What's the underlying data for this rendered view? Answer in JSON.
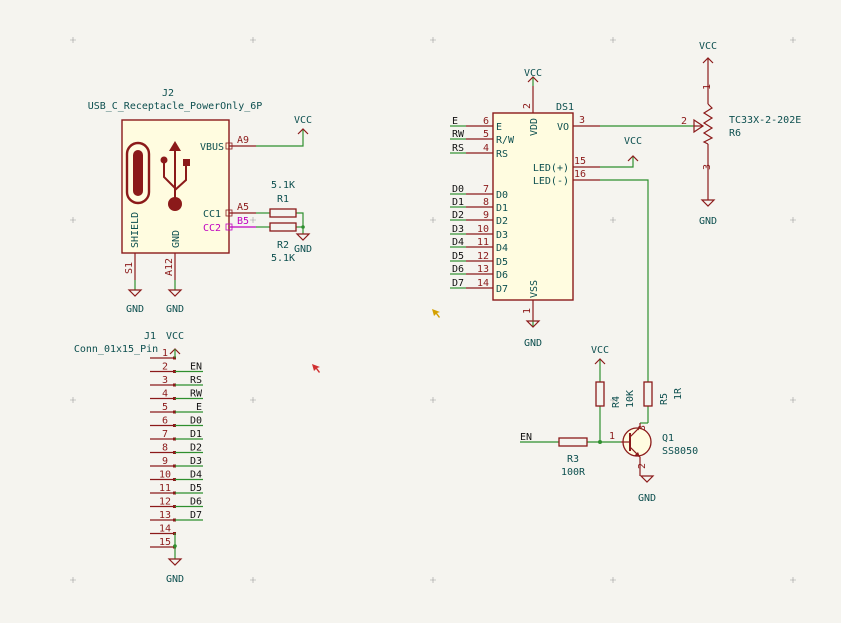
{
  "colors": {
    "background": "#f5f4ef",
    "wire": "#2f8f2f",
    "component": "#8b1a1a",
    "component_fill": "#fffce0",
    "text": "#0d4f4f",
    "pin_number": "#8b1a1a",
    "magenta_pin": "#c000c0"
  },
  "power": {
    "vcc": "VCC",
    "gnd": "GND"
  },
  "j2": {
    "ref": "J2",
    "value": "USB_C_Receptacle_PowerOnly_6P",
    "pin_vbus": "VBUS",
    "pin_vbus_num": "A9",
    "pin_cc1": "CC1",
    "pin_cc1_num": "A5",
    "pin_cc2": "CC2",
    "pin_cc2_num": "B5",
    "pin_shield": "SHIELD",
    "pin_shield_num": "S1",
    "pin_gnd": "GND",
    "pin_gnd_num": "A12"
  },
  "r1": {
    "ref": "R1",
    "value": "5.1K"
  },
  "r2": {
    "ref": "R2",
    "value": "5.1K"
  },
  "ds1": {
    "ref": "DS1",
    "pins_left": [
      {
        "net": "E",
        "num": "6",
        "name": "E"
      },
      {
        "net": "RW",
        "num": "5",
        "name": "R/W"
      },
      {
        "net": "RS",
        "num": "4",
        "name": "RS"
      },
      {
        "net": "D0",
        "num": "7",
        "name": "D0"
      },
      {
        "net": "D1",
        "num": "8",
        "name": "D1"
      },
      {
        "net": "D2",
        "num": "9",
        "name": "D2"
      },
      {
        "net": "D3",
        "num": "10",
        "name": "D3"
      },
      {
        "net": "D4",
        "num": "11",
        "name": "D4"
      },
      {
        "net": "D5",
        "num": "12",
        "name": "D5"
      },
      {
        "net": "D6",
        "num": "13",
        "name": "D6"
      },
      {
        "net": "D7",
        "num": "14",
        "name": "D7"
      }
    ],
    "pin_vdd": "VDD",
    "pin_vdd_num": "2",
    "pin_vss": "VSS",
    "pin_vss_num": "1",
    "pin_vo": "VO",
    "pin_vo_num": "3",
    "pin_ledp": "LED(+)",
    "pin_ledp_num": "15",
    "pin_ledm": "LED(-)",
    "pin_ledm_num": "16"
  },
  "r6": {
    "ref": "R6",
    "value": "TC33X-2-202E",
    "pin1": "1",
    "pin2": "2",
    "pin3": "3"
  },
  "j1": {
    "ref": "J1",
    "value": "Conn_01x15_Pin",
    "pins": [
      {
        "num": "1",
        "net": ""
      },
      {
        "num": "2",
        "net": "EN"
      },
      {
        "num": "3",
        "net": "RS"
      },
      {
        "num": "4",
        "net": "RW"
      },
      {
        "num": "5",
        "net": "E"
      },
      {
        "num": "6",
        "net": "D0"
      },
      {
        "num": "7",
        "net": "D1"
      },
      {
        "num": "8",
        "net": "D2"
      },
      {
        "num": "9",
        "net": "D3"
      },
      {
        "num": "10",
        "net": "D4"
      },
      {
        "num": "11",
        "net": "D5"
      },
      {
        "num": "12",
        "net": "D6"
      },
      {
        "num": "13",
        "net": "D7"
      },
      {
        "num": "14",
        "net": ""
      },
      {
        "num": "15",
        "net": ""
      }
    ]
  },
  "r3": {
    "ref": "R3",
    "value": "100R"
  },
  "r4": {
    "ref": "R4",
    "value": "10K"
  },
  "r5": {
    "ref": "R5",
    "value": "1R"
  },
  "q1": {
    "ref": "Q1",
    "value": "SS8050",
    "pin1": "1",
    "pin2": "2",
    "pin3": "3"
  },
  "en_net": "EN"
}
